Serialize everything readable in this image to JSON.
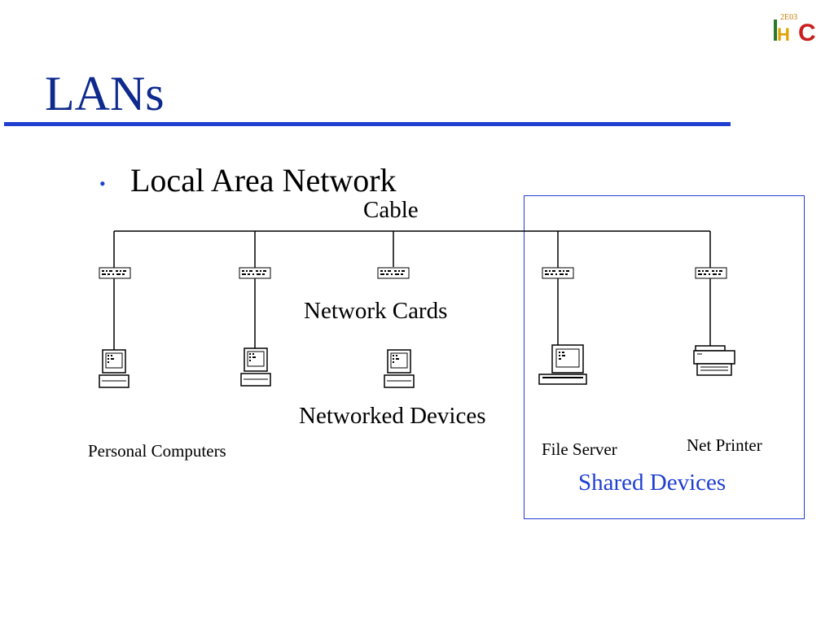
{
  "slide": {
    "title": "LANs",
    "bullet": "Local Area Network"
  },
  "logo": {
    "text": "2E03",
    "letters": "HC"
  },
  "diagram": {
    "cable_label": "Cable",
    "cards_label": "Network Cards",
    "devices_label": "Networked Devices",
    "pc_label": "Personal Computers",
    "file_server_label": "File Server",
    "net_printer_label": "Net Printer",
    "shared_label": "Shared Devices",
    "nodes": [
      {
        "name": "pc-1",
        "device": "desktop-computer"
      },
      {
        "name": "pc-2",
        "device": "desktop-computer"
      },
      {
        "name": "pc-3",
        "device": "desktop-computer"
      },
      {
        "name": "file-server",
        "device": "server-computer"
      },
      {
        "name": "net-printer",
        "device": "printer"
      }
    ]
  },
  "colors": {
    "title": "#0d2a8c",
    "accent": "#1f3fd0"
  }
}
